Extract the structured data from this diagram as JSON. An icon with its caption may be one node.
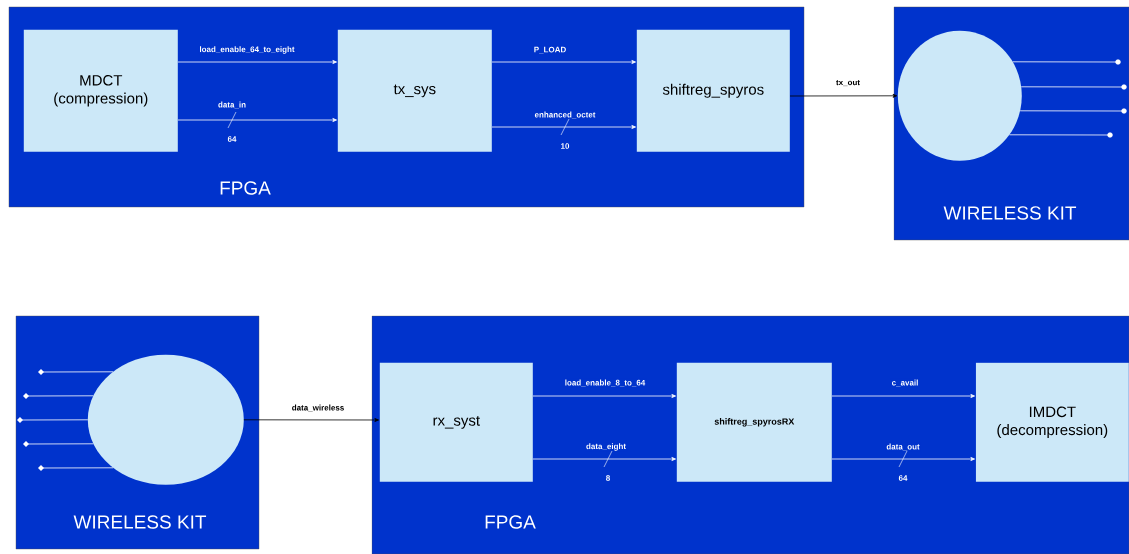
{
  "diagram": {
    "nodes": [
      {
        "text": [
          "FPGA"
        ]
      },
      {
        "text": [
          "MDCT (compression)"
        ],
        "in": 0
      },
      {
        "text": [
          "tx_sys"
        ],
        "in": 0
      },
      {
        "text": [
          "shiftreg_spyros"
        ],
        "in": 0
      },
      {
        "text": [
          "WIRELESS KIT"
        ]
      },
      {
        "text": [],
        "shape": "circle",
        "in": 4
      },
      {
        "text": [
          "WIRELESS KIT"
        ]
      },
      {
        "text": [],
        "shape": "circle",
        "in": 6
      },
      {
        "text": [
          "FPGA"
        ]
      },
      {
        "text": [
          "rx_syst"
        ],
        "in": 8
      },
      {
        "text": [
          "shiftreg_spyrosRX"
        ],
        "in": 8
      },
      {
        "text": [
          "IMDCT (decompression)"
        ],
        "in": 8
      }
    ],
    "edges": [
      {
        "from": 1,
        "to": 2,
        "arrow": "to",
        "label": "load_enable_64_to_eight"
      },
      {
        "from": 1,
        "to": 2,
        "arrow": "to",
        "label": "data_in"
      },
      {
        "from": 2,
        "to": 3,
        "arrow": "to",
        "label": "P_LOAD"
      },
      {
        "from": 2,
        "to": 3,
        "arrow": "to",
        "label": "enhanced_octet"
      },
      {
        "from": 3,
        "to": 5,
        "arrow": "to",
        "label": "tx_out",
        "color": "#000000"
      },
      {
        "from": null,
        "to": 5,
        "arrow": "other"
      },
      {
        "from": null,
        "to": 5,
        "arrow": "other"
      },
      {
        "from": null,
        "to": 5,
        "arrow": "other"
      },
      {
        "from": null,
        "to": 5,
        "arrow": "other"
      },
      {
        "from": 7,
        "to": 9,
        "arrow": "to",
        "label": "data_wireless",
        "color": "#000000"
      },
      {
        "from": 9,
        "to": 10,
        "arrow": "to",
        "label": "load_enable_8_to_64"
      },
      {
        "from": 9,
        "to": 10,
        "arrow": "to",
        "label": "data_eight"
      },
      {
        "from": 10,
        "to": 11,
        "arrow": "to",
        "label": "c_avail"
      },
      {
        "from": 10,
        "to": 11,
        "arrow": "to",
        "label": "data_out"
      },
      {
        "from": null,
        "to": 7,
        "arrow": "other"
      },
      {
        "from": null,
        "to": 7,
        "arrow": "other"
      },
      {
        "from": null,
        "to": 7,
        "arrow": "other"
      },
      {
        "from": null,
        "to": 7,
        "arrow": "other"
      },
      {
        "from": null,
        "to": 7,
        "arrow": "other"
      }
    ],
    "labels": [
      "64",
      "10",
      "8",
      "64"
    ]
  }
}
